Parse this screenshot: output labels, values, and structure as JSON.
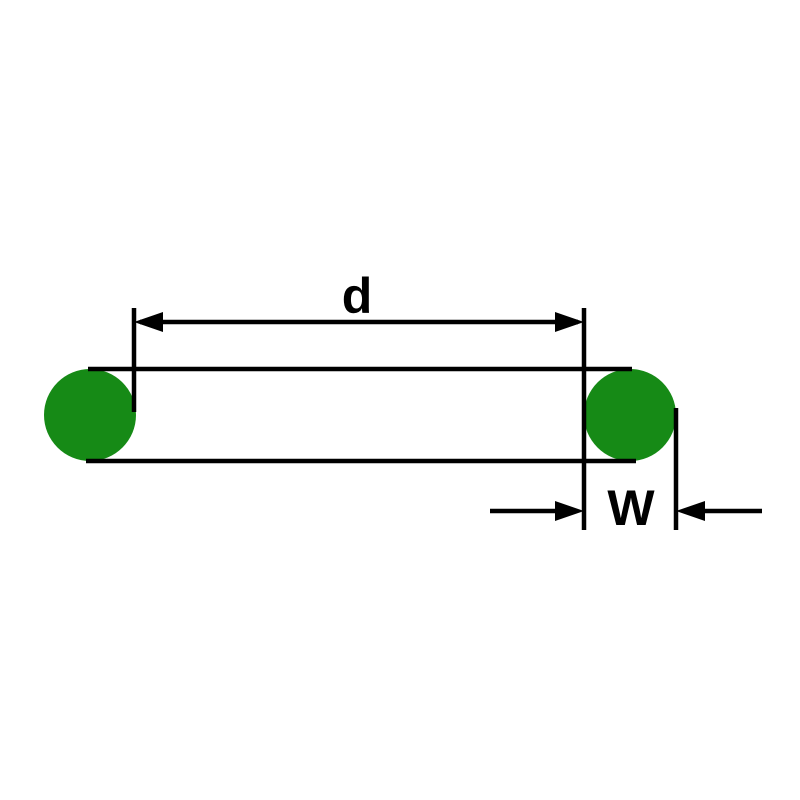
{
  "diagram": {
    "type": "o-ring-cross-section-dimension-drawing",
    "labels": {
      "diameter": "d",
      "width": "W"
    },
    "colors": {
      "oring_fill": "#168a16",
      "stroke": "#000000",
      "background": "#ffffff"
    }
  }
}
